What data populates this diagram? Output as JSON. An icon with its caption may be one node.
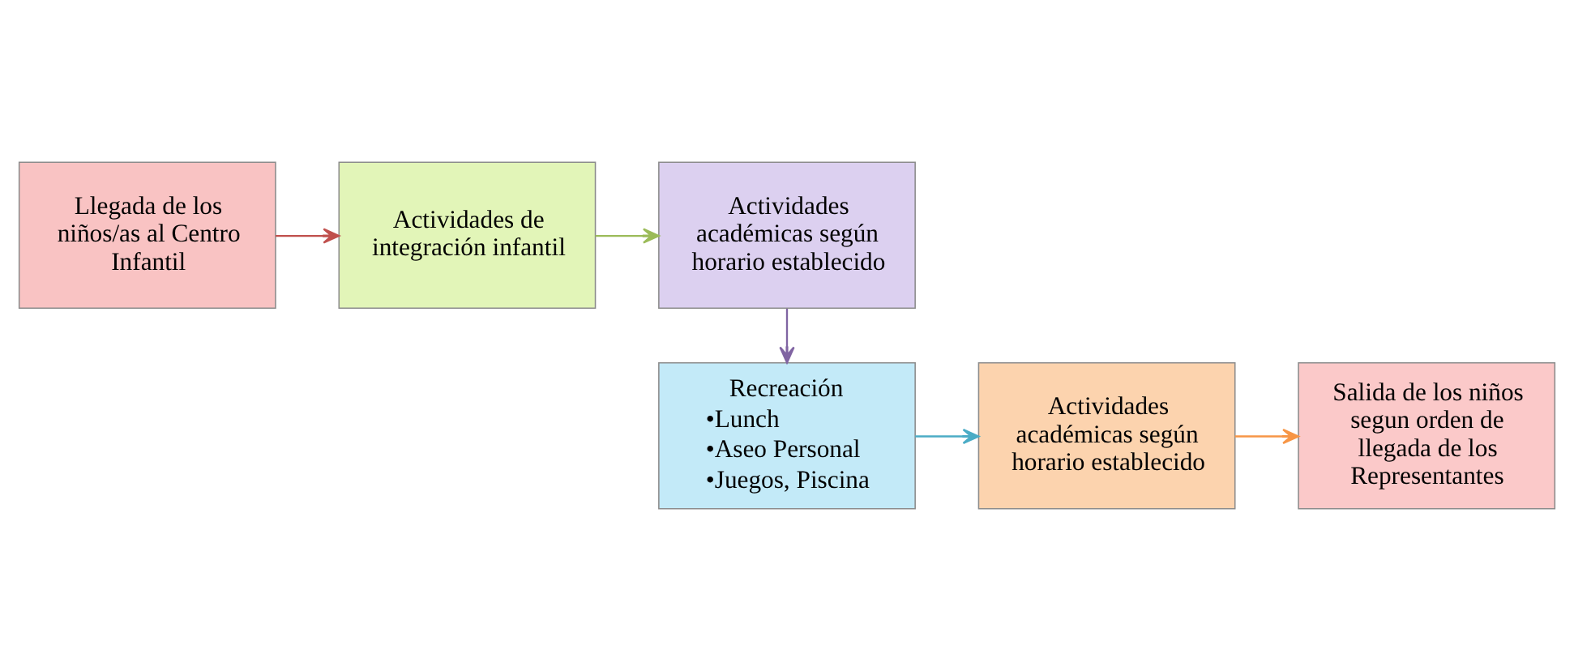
{
  "diagram": {
    "nodes": [
      {
        "text": [
          "Llegada de los niños/as al Centro Infantil"
        ]
      },
      {
        "text": [
          "Actividades de integración infantil"
        ]
      },
      {
        "text": [
          "Actividades académicas según horario establecido"
        ]
      },
      {
        "text": [
          "Recreación",
          "•Lunch",
          "•Aseo Personal",
          "•Juegos, Piscina"
        ]
      },
      {
        "text": [
          "Actividades académicas según horario establecido"
        ]
      },
      {
        "text": [
          "Salida de los niños segun orden de llegada de los Representantes"
        ]
      }
    ],
    "edges": [
      {
        "from": 0,
        "to": 1,
        "arrow": "to",
        "color": "#c0504d"
      },
      {
        "from": 1,
        "to": 2,
        "arrow": "to",
        "color": "#9bbb59"
      },
      {
        "from": 2,
        "to": 3,
        "arrow": "to",
        "color": "#8064a2"
      },
      {
        "from": 3,
        "to": 4,
        "arrow": "to",
        "color": "#4bacc6"
      },
      {
        "from": 4,
        "to": 5,
        "arrow": "to",
        "color": "#f79646"
      }
    ]
  }
}
